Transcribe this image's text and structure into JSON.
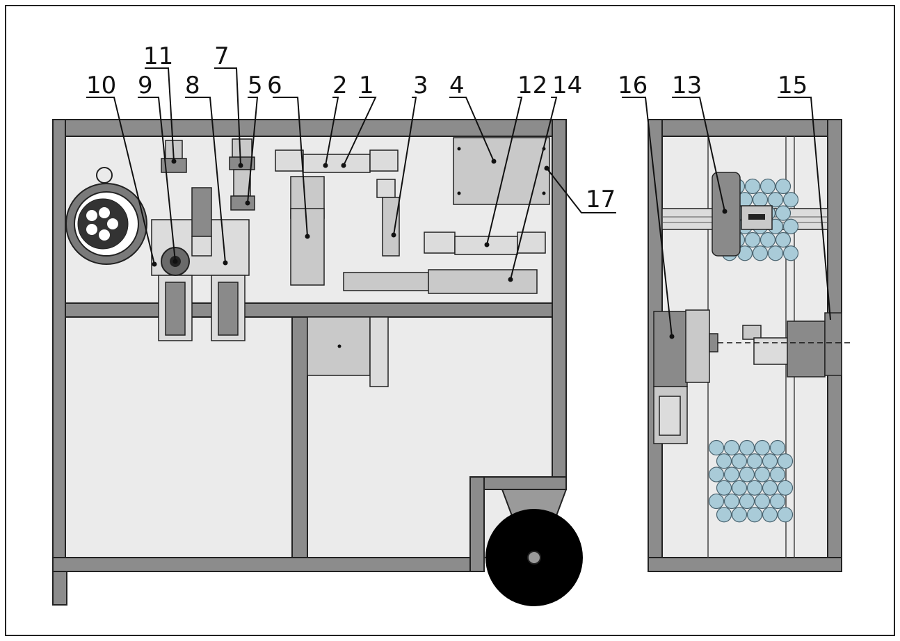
{
  "callouts": [
    {
      "id": "c1",
      "label": "1"
    },
    {
      "id": "c2",
      "label": "2"
    },
    {
      "id": "c3",
      "label": "3"
    },
    {
      "id": "c4",
      "label": "4"
    },
    {
      "id": "c5",
      "label": "5"
    },
    {
      "id": "c6",
      "label": "6"
    },
    {
      "id": "c7",
      "label": "7"
    },
    {
      "id": "c8",
      "label": "8"
    },
    {
      "id": "c9",
      "label": "9"
    },
    {
      "id": "c10",
      "label": "10"
    },
    {
      "id": "c11",
      "label": "11"
    },
    {
      "id": "c12",
      "label": "12"
    },
    {
      "id": "c13",
      "label": "13"
    },
    {
      "id": "c14",
      "label": "14"
    },
    {
      "id": "c15",
      "label": "15"
    },
    {
      "id": "c16",
      "label": "16"
    },
    {
      "id": "c17",
      "label": "17"
    }
  ],
  "colors": {
    "frame": "#8c8c8c",
    "panel": "#ebebeb",
    "part": "#c9c9c9",
    "wheel": "#000000",
    "balls": "#a9cbd8"
  }
}
